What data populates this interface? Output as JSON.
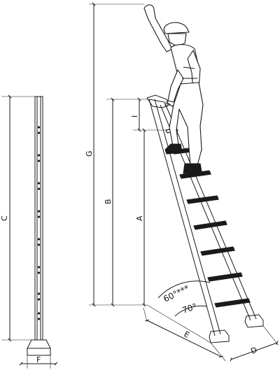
{
  "diagram": {
    "dimension_labels": {
      "A": "A",
      "B": "B",
      "C": "C",
      "D": "D",
      "E": "E",
      "F": "F",
      "G": "G",
      "I": "I"
    },
    "angles": {
      "upper": "60°***",
      "lower": "70°"
    },
    "colors": {
      "line": "#1a1a1a",
      "background": "#ffffff"
    }
  }
}
